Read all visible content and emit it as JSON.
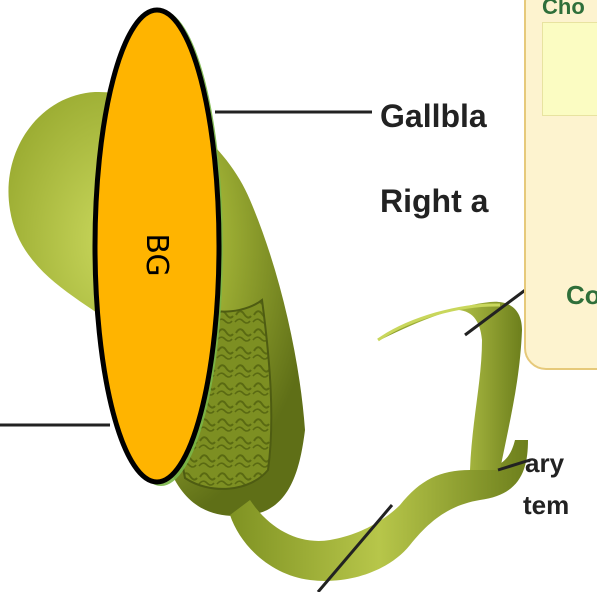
{
  "labels": {
    "gallbladder": "Gallbla",
    "right_a": "Right a",
    "ary": "ary",
    "tem": "tem"
  },
  "overlay_card": {
    "top_text": "Cho",
    "bottom_text": "Co"
  },
  "marker": {
    "text": "BG",
    "fill": "#ffb400",
    "outline": "#000000"
  },
  "colors": {
    "organ_light": "#a7b83a",
    "organ_dark": "#6e7f1e",
    "organ_shadow": "#4e5c12",
    "card_bg": "#fdf3cf",
    "card_inner": "#fbfcc2",
    "card_text": "#2f6f3a"
  }
}
